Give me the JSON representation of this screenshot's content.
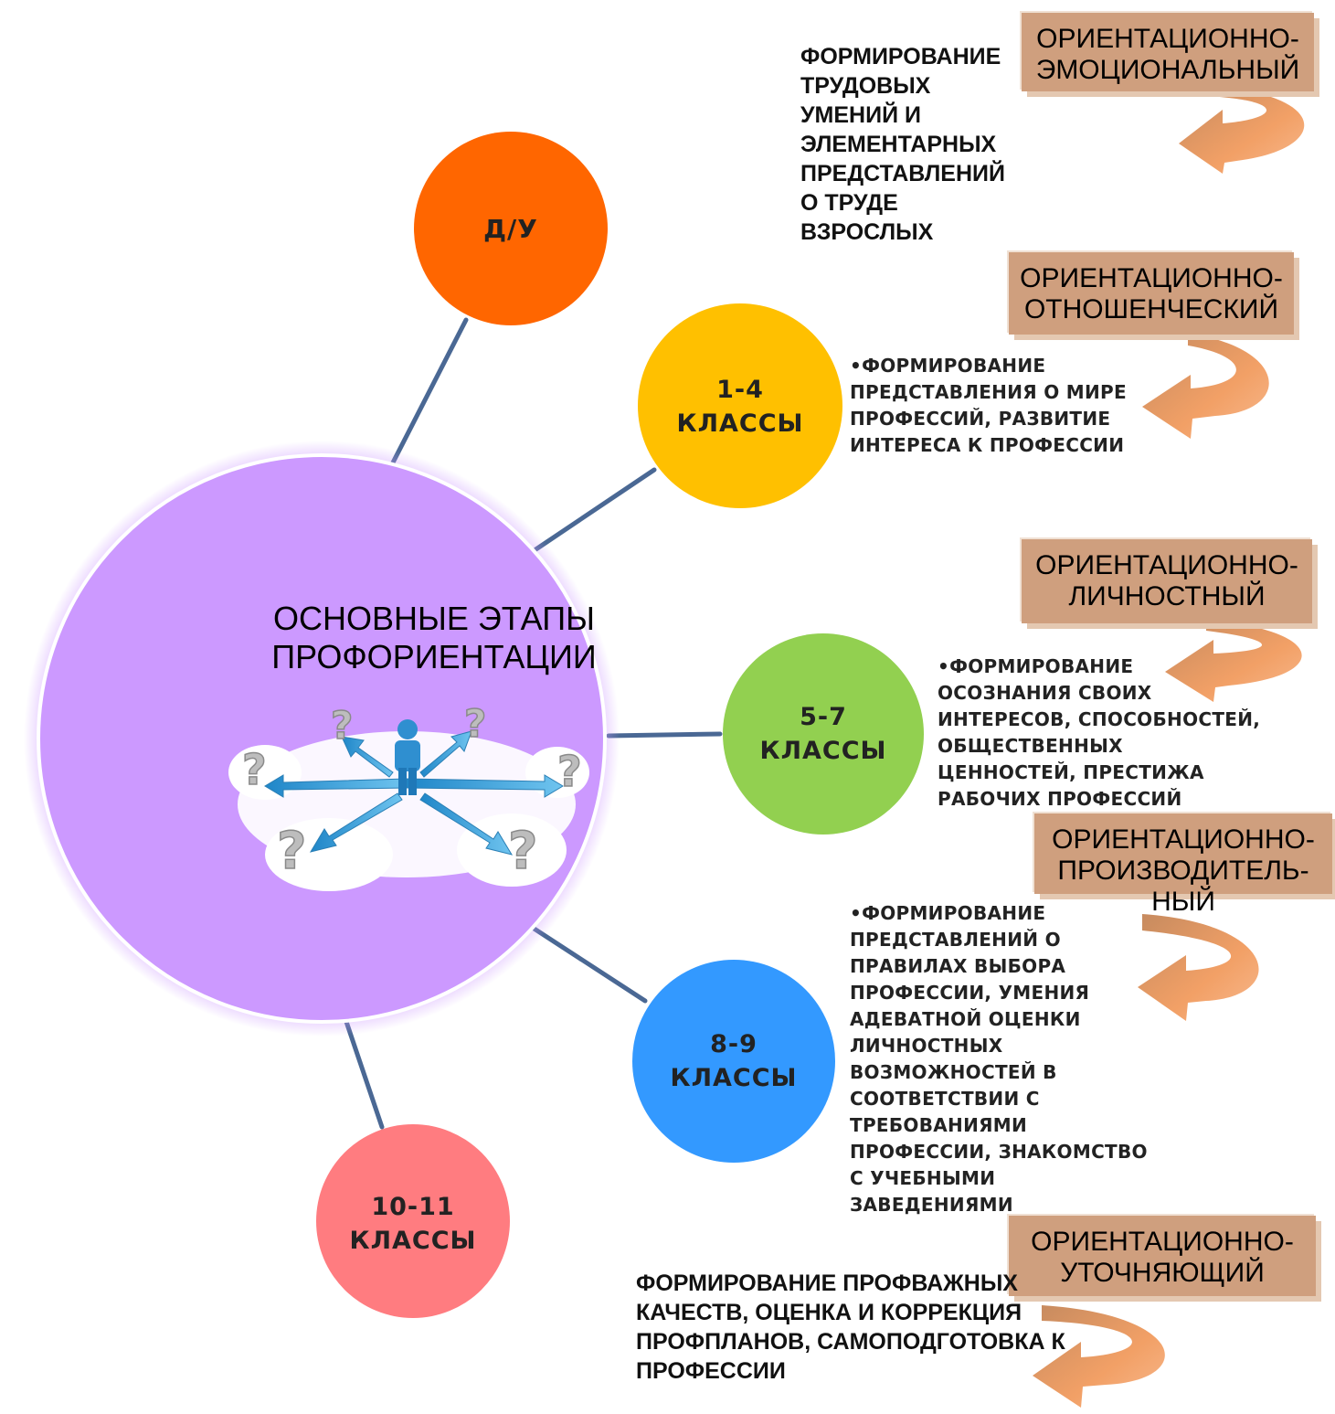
{
  "center": {
    "title": "ОСНОВНЫЕ ЭТАПЫ ПРОФОРИЕНТАЦИИ"
  },
  "nodes": [
    {
      "label": "Д/У",
      "color": "#ff6600"
    },
    {
      "label": "1-4 КЛАССЫ",
      "color": "#ffc000"
    },
    {
      "label": "5-7 КЛАССЫ",
      "color": "#92d050"
    },
    {
      "label": "8-9 КЛАССЫ",
      "color": "#3399ff"
    },
    {
      "label": "10-11 КЛАССЫ",
      "color": "#ff7c80"
    }
  ],
  "stages": [
    {
      "name": "ОРИЕНТАЦИОННО-ЭМОЦИОНАЛЬНЫЙ",
      "description": "ФОРМИРОВАНИЕ ТРУДОВЫХ УМЕНИЙ И ЭЛЕМЕНТАРНЫХ ПРЕДСТАВЛЕНИЙ О ТРУДЕ ВЗРОСЛЫХ"
    },
    {
      "name": "ОРИЕНТАЦИОННО-ОТНОШЕНЧЕСКИЙ",
      "description": "•ФОРМИРОВАНИЕ ПРЕДСТАВЛЕНИЯ О МИРЕ ПРОФЕССИЙ, РАЗВИТИЕ ИНТЕРЕСА К ПРОФЕССИИ"
    },
    {
      "name": "ОРИЕНТАЦИОННО-ЛИЧНОСТНЫЙ",
      "description": "•ФОРМИРОВАНИЕ ОСОЗНАНИЯ СВОИХ ИНТЕРЕСОВ, СПОСОБНОСТЕЙ, ОБЩЕСТВЕННЫХ ЦЕННОСТЕЙ, ПРЕСТИЖА РАБОЧИХ ПРОФЕССИЙ"
    },
    {
      "name": "ОРИЕНТАЦИОННО-ПРОИЗВОДИТЕЛЬ-НЫЙ",
      "description": "•ФОРМИРОВАНИЕ ПРЕДСТАВЛЕНИЙ О ПРАВИЛАХ ВЫБОРА ПРОФЕССИИ, УМЕНИЯ АДЕВАТНОЙ ОЦЕНКИ ЛИЧНОСТНЫХ ВОЗМОЖНОСТЕЙ В СООТВЕТСТВИИ С ТРЕБОВАНИЯМИ ПРОФЕССИИ, ЗНАКОМСТВО С УЧЕБНЫМИ ЗАВЕДЕНИЯМИ"
    },
    {
      "name": "ОРИЕНТАЦИОННО-УТОЧНЯЮЩИЙ",
      "description": "ФОРМИРОВАНИЕ ПРОФВАЖНЫХ КАЧЕСТВ, ОЦЕНКА И КОРРЕКЦИЯ ПРОФПЛАНОВ, САМОПОДГОТОВКА К ПРОФЕССИИ"
    }
  ],
  "colors": {
    "center": "#cc99ff",
    "connector": "#4a6894",
    "stage_box": "#cf9f7e",
    "arrow": "#f4a26a"
  }
}
